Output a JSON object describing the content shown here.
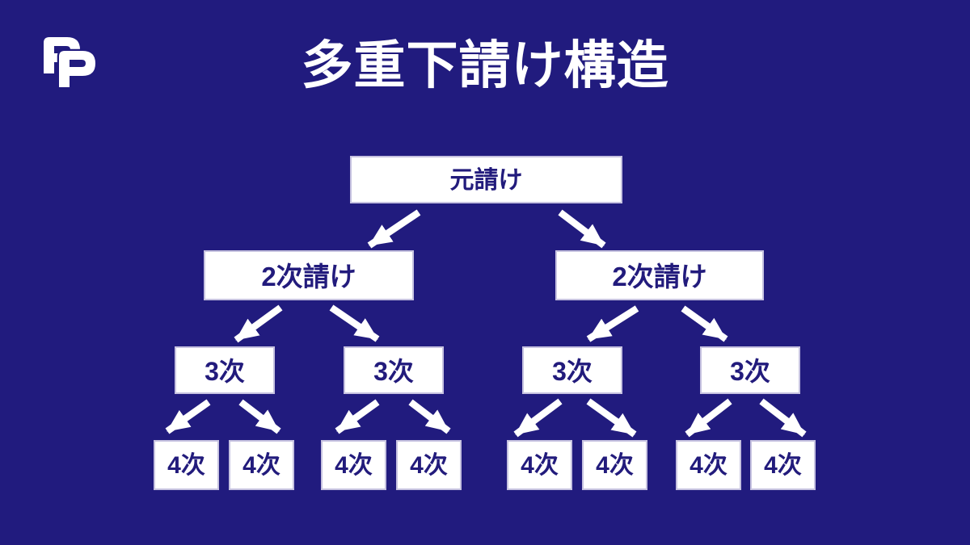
{
  "slide": {
    "title": "多重下請け構造",
    "logo_icon": "double-p-logo",
    "colors": {
      "background": "#211B7E",
      "box_fill": "#FFFFFF",
      "box_border": "#C6C2E0",
      "box_text": "#221B7C",
      "title_text": "#FFFFFF",
      "arrow": "#FFFFFF"
    }
  },
  "diagram": {
    "type": "tree",
    "levels": [
      {
        "name": "level-1",
        "boxes": [
          {
            "label": "元請け"
          }
        ]
      },
      {
        "name": "level-2",
        "boxes": [
          {
            "label": "2次請け"
          },
          {
            "label": "2次請け"
          }
        ]
      },
      {
        "name": "level-3",
        "boxes": [
          {
            "label": "3次"
          },
          {
            "label": "3次"
          },
          {
            "label": "3次"
          },
          {
            "label": "3次"
          }
        ]
      },
      {
        "name": "level-4",
        "boxes": [
          {
            "label": "4次"
          },
          {
            "label": "4次"
          },
          {
            "label": "4次"
          },
          {
            "label": "4次"
          },
          {
            "label": "4次"
          },
          {
            "label": "4次"
          },
          {
            "label": "4次"
          },
          {
            "label": "4次"
          }
        ]
      }
    ],
    "edges": [
      {
        "from": [
          0,
          0
        ],
        "to": [
          1,
          0
        ]
      },
      {
        "from": [
          0,
          0
        ],
        "to": [
          1,
          1
        ]
      },
      {
        "from": [
          1,
          0
        ],
        "to": [
          2,
          0
        ]
      },
      {
        "from": [
          1,
          0
        ],
        "to": [
          2,
          1
        ]
      },
      {
        "from": [
          1,
          1
        ],
        "to": [
          2,
          2
        ]
      },
      {
        "from": [
          1,
          1
        ],
        "to": [
          2,
          3
        ]
      },
      {
        "from": [
          2,
          0
        ],
        "to": [
          3,
          0
        ]
      },
      {
        "from": [
          2,
          0
        ],
        "to": [
          3,
          1
        ]
      },
      {
        "from": [
          2,
          1
        ],
        "to": [
          3,
          2
        ]
      },
      {
        "from": [
          2,
          1
        ],
        "to": [
          3,
          3
        ]
      },
      {
        "from": [
          2,
          2
        ],
        "to": [
          3,
          4
        ]
      },
      {
        "from": [
          2,
          2
        ],
        "to": [
          3,
          5
        ]
      },
      {
        "from": [
          2,
          3
        ],
        "to": [
          3,
          6
        ]
      },
      {
        "from": [
          2,
          3
        ],
        "to": [
          3,
          7
        ]
      }
    ]
  }
}
